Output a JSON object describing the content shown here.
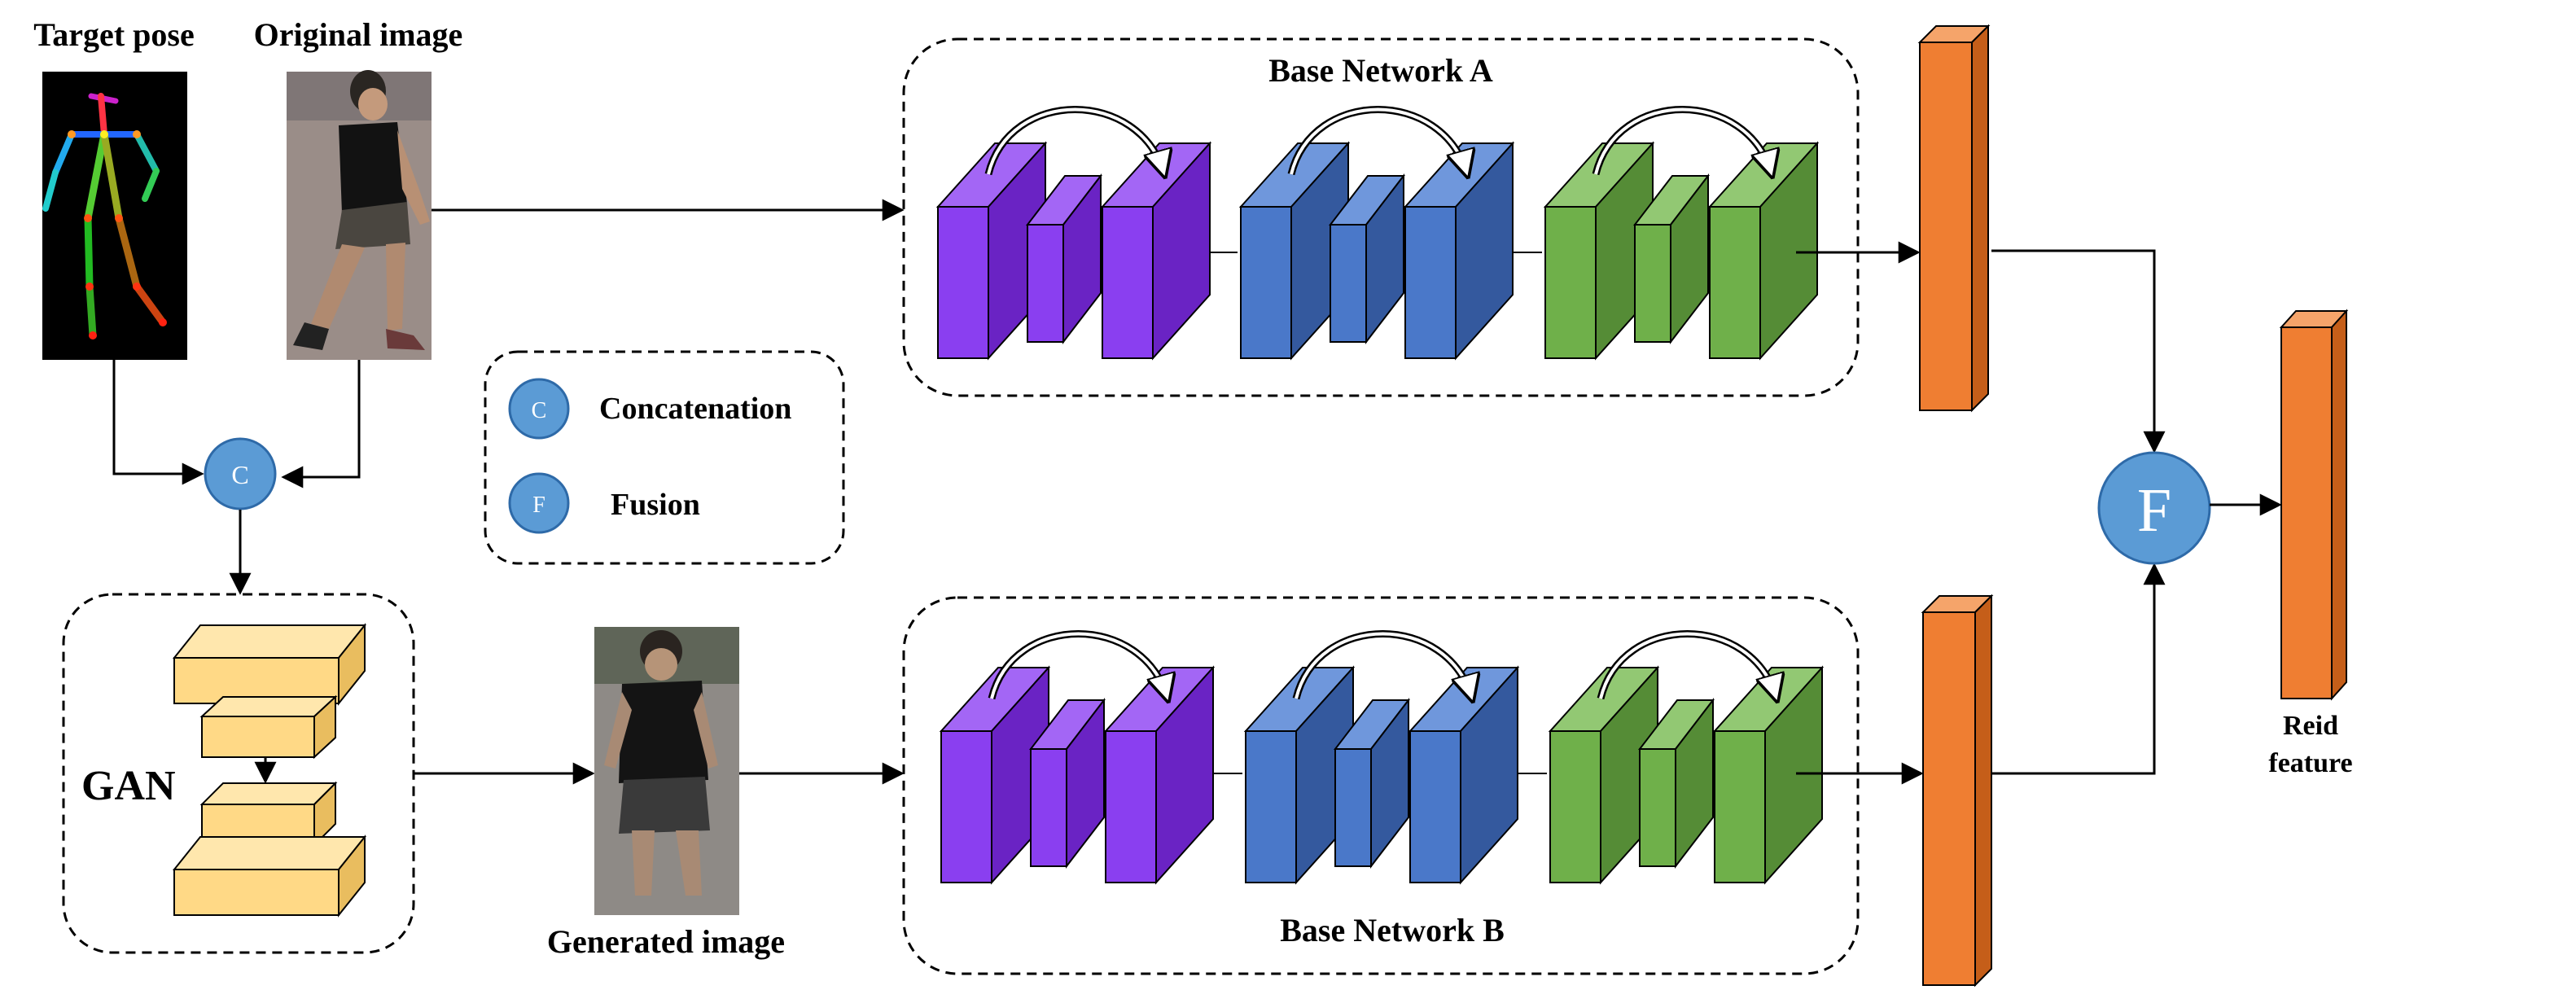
{
  "labels": {
    "target_pose": "Target pose",
    "original_image": "Original image",
    "base_network_a": "Base Network A",
    "base_network_b": "Base Network B",
    "gan": "GAN",
    "generated_image": "Generated image",
    "reid_feature_line1": "Reid",
    "reid_feature_line2": "feature"
  },
  "legend": {
    "items": [
      {
        "symbol": "C",
        "label": "Concatenation"
      },
      {
        "symbol": "F",
        "label": "Fusion"
      }
    ]
  },
  "nodes": {
    "concat_symbol": "C",
    "fusion_symbol": "F"
  },
  "colors": {
    "purple_front": "#8a3ff0",
    "purple_top": "#a366f5",
    "purple_side": "#6a23c4",
    "blue_front": "#4a78c9",
    "blue_top": "#6f97dc",
    "blue_side": "#34599e",
    "green_front": "#6fb04a",
    "green_top": "#92c873",
    "green_side": "#558c36",
    "orange_front": "#ef7e32",
    "orange_top": "#f5a46a",
    "orange_side": "#c55e19",
    "gan_front": "#ffd986",
    "gan_top": "#ffe7ad",
    "gan_side": "#e9bd5f",
    "circle_fill": "#5b9bd5",
    "circle_stroke": "#2e6aa8"
  }
}
